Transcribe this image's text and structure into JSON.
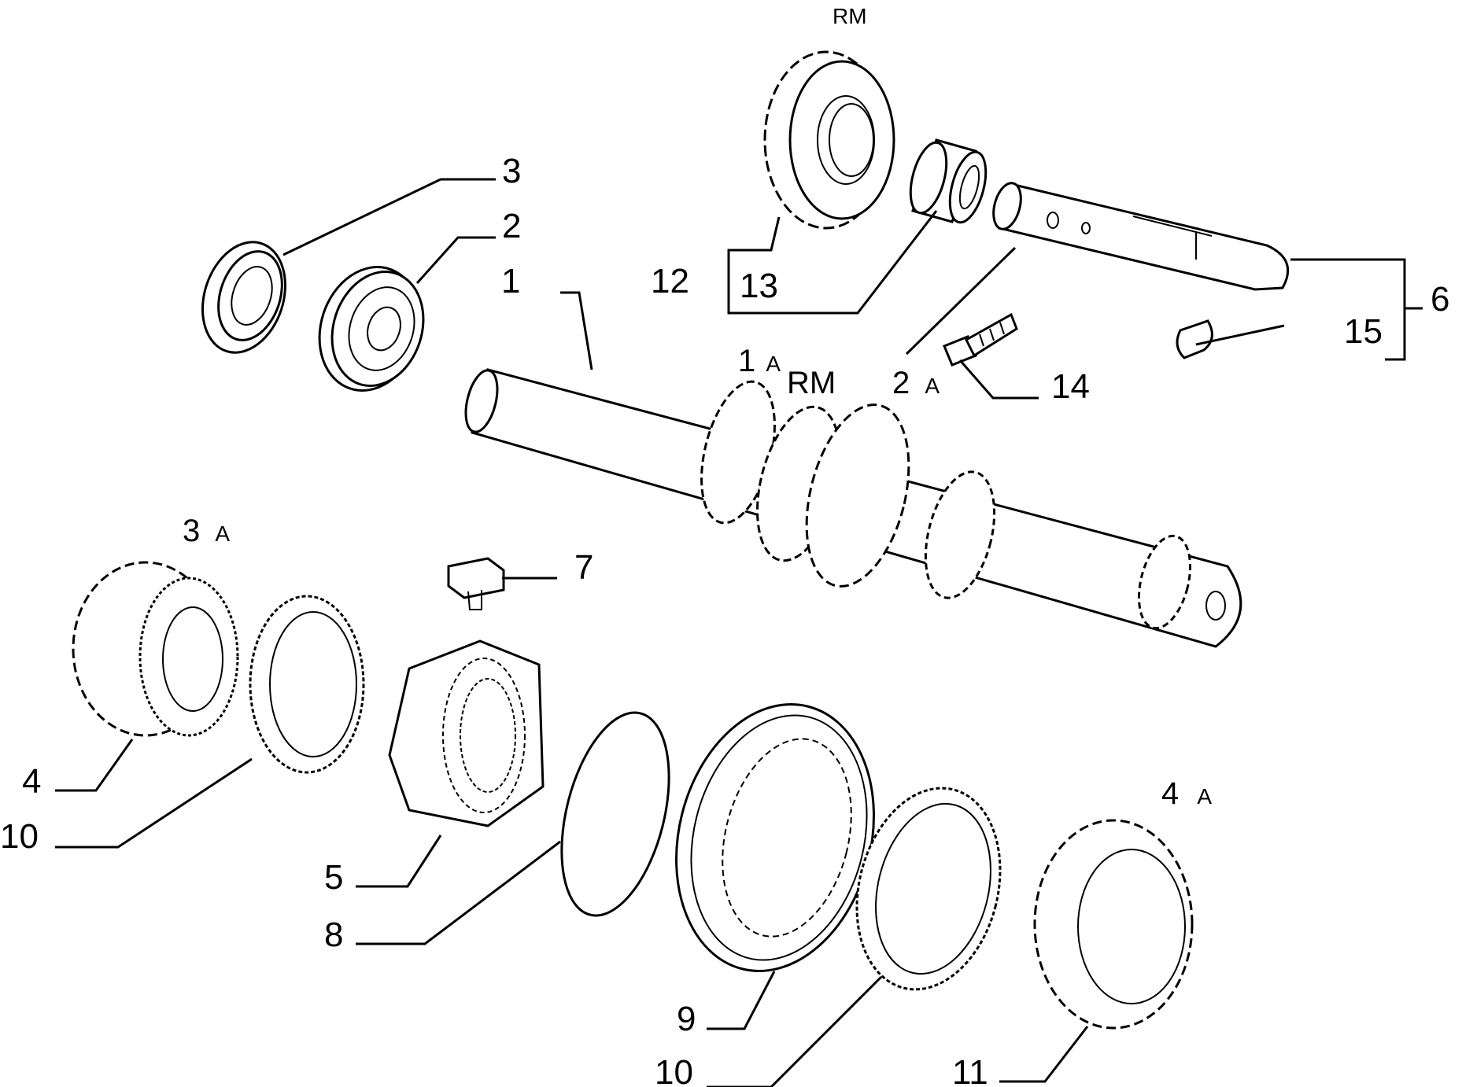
{
  "colors": {
    "ink": "#000000",
    "paper": "#ffffff"
  },
  "labels": {
    "p1": "1",
    "p2": "2",
    "p3": "3",
    "p4": "4",
    "p5": "5",
    "p6": "6",
    "p7": "7",
    "p8": "8",
    "p9": "9",
    "p10a": "10",
    "p10b": "10",
    "p11": "11",
    "p12": "12",
    "p13": "13",
    "p14": "14",
    "p15": "15"
  },
  "gear_tags": {
    "rm_top": "RM",
    "g1": "1",
    "g1_suffix": "A",
    "rm_mid": "RM",
    "g2": "2",
    "g2_suffix": "A",
    "g3": "3",
    "g3_suffix": "A",
    "g4": "4",
    "g4_suffix": "A"
  }
}
